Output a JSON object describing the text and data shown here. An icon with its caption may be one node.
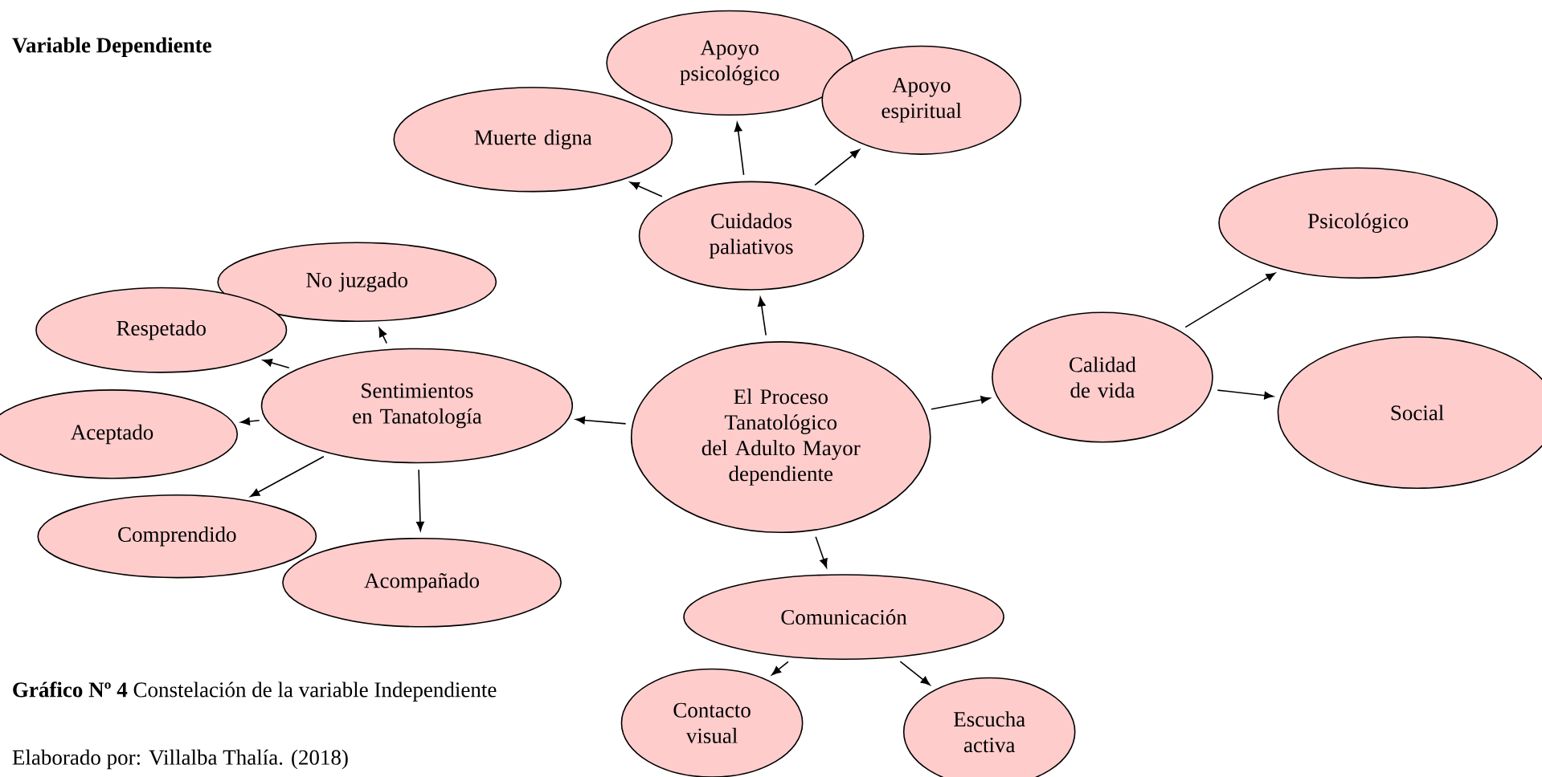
{
  "diagram": {
    "title": "Variable Dependiente",
    "caption": "**Gráfico Nº 4** Constelación de la variable Independiente",
    "nodes": [
      {
        "text": [
          "El Proceso Tanatológico del Adulto Mayor dependiente"
        ]
      },
      {
        "text": [
          "Cuidados paliativos"
        ]
      },
      {
        "text": [
          "Muerte digna"
        ]
      },
      {
        "text": [
          "Apoyo psicológico"
        ]
      },
      {
        "text": [
          "Apoyo espiritual"
        ]
      },
      {
        "text": [
          "Sentimientos en Tanatología"
        ]
      },
      {
        "text": [
          "No juzgado"
        ]
      },
      {
        "text": [
          "Respetado"
        ]
      },
      {
        "text": [
          "Aceptado"
        ]
      },
      {
        "text": [
          "Comprendido"
        ]
      },
      {
        "text": [
          "Acompañado"
        ]
      },
      {
        "text": [
          "Calidad de vida"
        ]
      },
      {
        "text": [
          "Psicológico"
        ]
      },
      {
        "text": [
          "Social"
        ]
      },
      {
        "text": [
          "Comunicación"
        ]
      },
      {
        "text": [
          "Contacto visual"
        ]
      },
      {
        "text": [
          "Escucha activa"
        ]
      }
    ],
    "edges": [
      {
        "from": 0,
        "to": 1,
        "arrow": "to"
      },
      {
        "from": 0,
        "to": 5,
        "arrow": "to"
      },
      {
        "from": 0,
        "to": 11,
        "arrow": "to"
      },
      {
        "from": 0,
        "to": 14,
        "arrow": "to"
      },
      {
        "from": 1,
        "to": 2,
        "arrow": "to"
      },
      {
        "from": 1,
        "to": 3,
        "arrow": "to"
      },
      {
        "from": 1,
        "to": 4,
        "arrow": "to"
      },
      {
        "from": 5,
        "to": 6,
        "arrow": "to"
      },
      {
        "from": 5,
        "to": 7,
        "arrow": "to"
      },
      {
        "from": 5,
        "to": 8,
        "arrow": "to"
      },
      {
        "from": 5,
        "to": 9,
        "arrow": "to"
      },
      {
        "from": 5,
        "to": 10,
        "arrow": "to"
      },
      {
        "from": 11,
        "to": 12,
        "arrow": "to"
      },
      {
        "from": 11,
        "to": 13,
        "arrow": "to"
      },
      {
        "from": 14,
        "to": 15,
        "arrow": "to"
      },
      {
        "from": 14,
        "to": 16,
        "arrow": "to"
      }
    ],
    "labels": [
      "Elaborado por: Villalba Thalía. (2018)"
    ]
  }
}
